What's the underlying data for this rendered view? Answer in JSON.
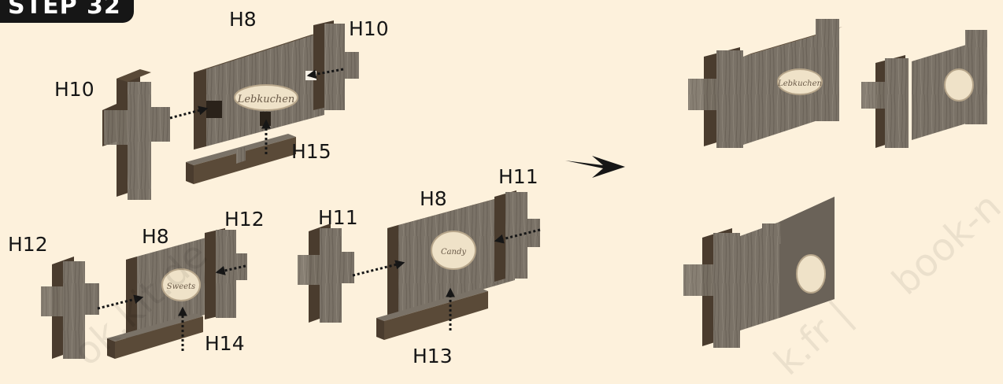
{
  "step_badge": "STEP 32",
  "labels": {
    "top_h8": "H8",
    "top_h10_right": "H10",
    "top_h10_left": "H10",
    "top_h15": "H15",
    "bl_h12_left": "H12",
    "bl_h8": "H8",
    "bl_h12_right": "H12",
    "bl_h14": "H14",
    "bc_h11_left": "H11",
    "bc_h8": "H8",
    "bc_h11_right": "H11",
    "bc_h13": "H13"
  },
  "watermarks": {
    "left": "ok.kit.de",
    "right": "book-n",
    "right_prefix": "k.fr |"
  },
  "colors": {
    "background": "#fdf1dc",
    "wood_face": "#7a7267",
    "wood_dark": "#4a3c2e",
    "wood_edge": "#5a4a38",
    "plaque": "#efe2c8",
    "arrow": "#161616"
  }
}
